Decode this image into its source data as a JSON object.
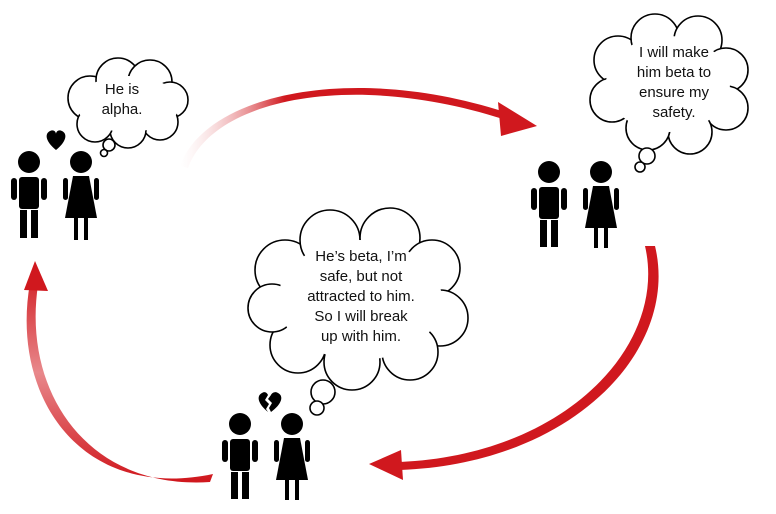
{
  "colors": {
    "arrow": "#d0181e",
    "figure": "#000000",
    "bubble_stroke": "#000000",
    "bubble_fill": "#ffffff"
  },
  "icons": [
    "heart-icon",
    "broken-heart-icon",
    "person-male-icon",
    "person-female-icon"
  ],
  "thoughts": {
    "alpha": "He is\nalpha.",
    "beta_plan": "I will make\nhim beta to\nensure my\nsafety.",
    "breakup": "He’s beta, I’m\nsafe, but not\nattracted to him.\nSo I will break\nup with him."
  }
}
